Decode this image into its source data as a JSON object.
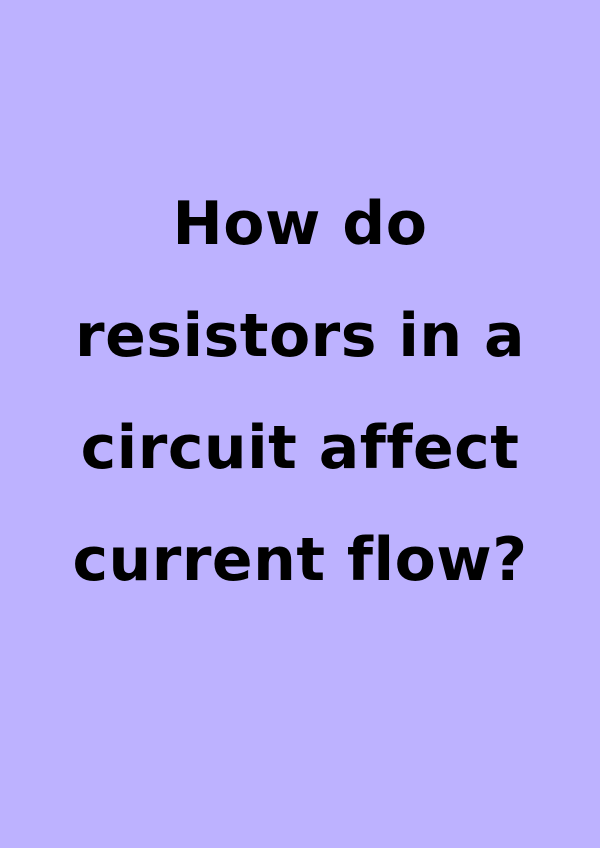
{
  "card": {
    "background_color": "#bdb2ff",
    "text_color": "#000000",
    "question_lines": [
      "How do",
      "resistors in a",
      "circuit affect",
      "current flow?"
    ]
  }
}
